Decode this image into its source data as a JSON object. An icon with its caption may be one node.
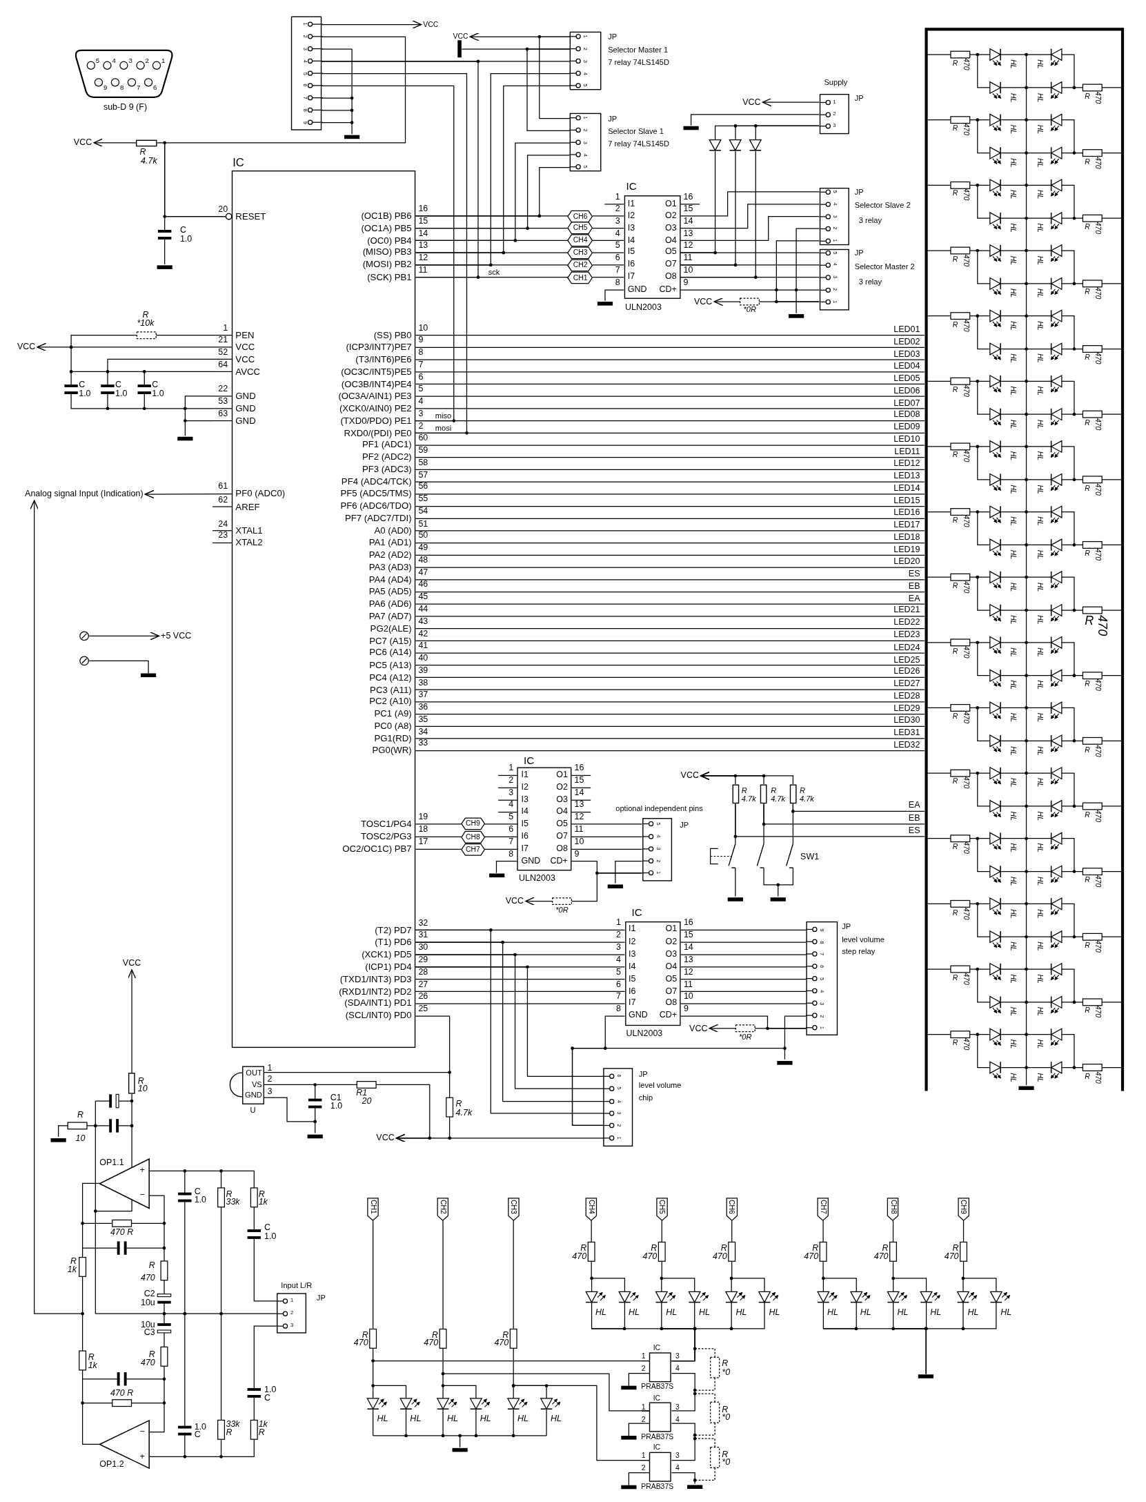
{
  "diagram": {
    "nodes": [
      {
        "text": [
          "5",
          "4",
          "3",
          "2",
          "1",
          "9",
          "8",
          "7",
          "6",
          "sub-D 9 (F)"
        ]
      },
      {
        "text": [
          "1",
          "2",
          "3",
          "4",
          "5",
          "6",
          "7",
          "8",
          "9"
        ]
      },
      {
        "text": [
          "VCC"
        ]
      },
      {
        "text": [
          "VCC"
        ]
      },
      {
        "text": [
          "IC",
          "RESET",
          "PEN",
          "VCC",
          "VCC",
          "AVCC",
          "GND",
          "GND",
          "GND",
          "PF0 (ADC0)",
          "AREF",
          "XTAL1",
          "XTAL2",
          "(OC1B) PB6",
          "(OC1A) PB5",
          "(OC0) PB4",
          "(MISO) PB3",
          "(MOSI) PB2",
          "(SCK) PB1",
          "(SS) PB0",
          "(ICP3/INT7)PE7",
          "(T3/INT6)PE6",
          "(OC3C/INT5)PE5",
          "(OC3B/INT4)PE4",
          "(OC3A/AIN1) PE3",
          "(XCK0/AIN0) PE2",
          "(TXD0/PDO) PE1",
          "RXD0/(PDI) PE0",
          "PF1 (ADC1)",
          "PF2 (ADC2)",
          "PF3 (ADC3)",
          "PF4 (ADC4/TCK)",
          "PF5 (ADC5/TMS)",
          "PF6 (ADC6/TDO)",
          "PF7 (ADC7/TDI)",
          "A0 (AD0)",
          "PA1 (AD1)",
          "PA2 (AD2)",
          "PA3 (AD3)",
          "PA4 (AD4)",
          "PA5 (AD5)",
          "PA6 (AD6)",
          "PA7 (AD7)",
          "PG2(ALE)",
          "PC7 (A15)",
          "PC6 (A14)",
          "PC5 (A13)",
          "PC4 (A12)",
          "PC3 (A11)",
          "PC2 (A10)",
          "PC1 (A9)",
          "PC0 (A8)",
          "PG1(RD)",
          "PG0(WR)",
          "TOSC1/PG4",
          "TOSC2/PG3",
          "OC2/OC1C) PB7",
          "(T2) PD7",
          "(T1) PD6",
          "(XCK1) PD5",
          "(ICP1) PD4",
          "(TXD1/INT3) PD3",
          "(RXD1/INT2) PD2",
          "(SDA/INT1) PD1",
          "(SCL/INT0) PD0"
        ],
        "beside": [
          "20",
          "1",
          "21",
          "52",
          "64",
          "22",
          "53",
          "63",
          "61",
          "62",
          "24",
          "23",
          "16",
          "15",
          "14",
          "13",
          "12",
          "11",
          "10",
          "9",
          "8",
          "7",
          "6",
          "5",
          "4",
          "3",
          "2",
          "60",
          "59",
          "58",
          "57",
          "56",
          "55",
          "54",
          "51",
          "50",
          "49",
          "48",
          "47",
          "46",
          "45",
          "44",
          "43",
          "42",
          "41",
          "40",
          "39",
          "38",
          "37",
          "36",
          "35",
          "34",
          "33",
          "19",
          "18",
          "17",
          "32",
          "31",
          "30",
          "29",
          "28",
          "27",
          "26",
          "25"
        ]
      },
      {
        "text": [
          "VCC"
        ]
      },
      {
        "text": [
          "Analog signal Input (Indication)"
        ]
      },
      {
        "text": [],
        "shape": "circle"
      },
      {
        "text": [
          "+5 VCC"
        ]
      },
      {
        "text": [],
        "shape": "circle"
      },
      {
        "text": [
          "VCC"
        ]
      },
      {
        "text": [
          "JP",
          "Selector Master 1",
          "7 relay 74LS145D",
          "1",
          "2",
          "3",
          "4",
          "5"
        ]
      },
      {
        "text": [
          "JP",
          "Selector Slave 1",
          "7 relay 74LS145D",
          "1",
          "2",
          "3",
          "4",
          "5"
        ]
      },
      {
        "text": [
          "CH6"
        ]
      },
      {
        "text": [
          "CH5"
        ]
      },
      {
        "text": [
          "CH4"
        ]
      },
      {
        "text": [
          "CH3"
        ]
      },
      {
        "text": [
          "CH2"
        ]
      },
      {
        "text": [
          "CH1"
        ]
      },
      {
        "text": [
          "IC",
          "I1",
          "I2",
          "I3",
          "I4",
          "I5",
          "I6",
          "I7",
          "GND",
          "O1",
          "O2",
          "O3",
          "O4",
          "O5",
          "O7",
          "O8",
          "CD+",
          "ULN2003"
        ],
        "beside": [
          "1",
          "2",
          "3",
          "4",
          "5",
          "6",
          "7",
          "8",
          "16",
          "15",
          "14",
          "13",
          "12",
          "11",
          "10",
          "9"
        ]
      },
      {
        "text": [
          "VCC"
        ]
      },
      {
        "text": [
          "Supply",
          "JP",
          "1",
          "2",
          "3"
        ]
      },
      {
        "text": [
          "JP",
          "Selector Slave 2",
          "3 relay",
          "5",
          "4",
          "3",
          "2",
          "1"
        ]
      },
      {
        "text": [
          "JP",
          "Selector Master 2",
          "3 relay",
          "5",
          "4",
          "3",
          "2",
          "1"
        ]
      },
      {
        "text": [
          "VCC"
        ]
      },
      {
        "text": [
          "CH9"
        ]
      },
      {
        "text": [
          "CH8"
        ]
      },
      {
        "text": [
          "CH7"
        ]
      },
      {
        "text": [
          "IC",
          "I1",
          "I2",
          "I3",
          "I4",
          "I5",
          "I6",
          "I7",
          "GND",
          "O1",
          "O2",
          "O3",
          "O4",
          "O5",
          "O7",
          "O8",
          "CD+",
          "ULN2003"
        ],
        "beside": [
          "1",
          "2",
          "3",
          "4",
          "5",
          "6",
          "7",
          "8",
          "16",
          "15",
          "14",
          "13",
          "12",
          "11",
          "10",
          "9"
        ]
      },
      {
        "text": [
          "optional independent pins",
          "JP",
          "5",
          "4",
          "3",
          "2",
          "1"
        ]
      },
      {
        "text": [
          "VCC"
        ]
      },
      {
        "text": [
          "VCC"
        ]
      },
      {
        "text": [
          "IC",
          "I1",
          "I2",
          "I3",
          "I4",
          "I5",
          "I6",
          "I7",
          "GND",
          "O1",
          "O2",
          "O3",
          "O4",
          "O5",
          "O7",
          "O8",
          "CD+",
          "ULN2003"
        ],
        "beside": [
          "1",
          "2",
          "3",
          "4",
          "5",
          "6",
          "7",
          "8",
          "16",
          "15",
          "14",
          "13",
          "12",
          "11",
          "10",
          "9"
        ]
      },
      {
        "text": [
          "JP",
          "level volume",
          "step relay",
          "9",
          "8",
          "7",
          "6",
          "5",
          "4",
          "3",
          "2",
          "1"
        ]
      },
      {
        "text": [
          "VCC"
        ]
      },
      {
        "text": [
          "JP",
          "level volume",
          "chip",
          "6",
          "5",
          "4",
          "3",
          "2",
          "1"
        ]
      },
      {
        "text": [
          "VCC"
        ]
      },
      {
        "text": [
          "OUT",
          "VS",
          "GND",
          "U"
        ],
        "beside": [
          "1",
          "2",
          "3"
        ]
      },
      {
        "text": [
          "VCC"
        ]
      },
      {
        "text": [
          "OP1.1",
          "+",
          "−"
        ]
      },
      {
        "text": [
          "−",
          "+",
          "OP1.2"
        ]
      },
      {
        "text": [
          "Input L/R",
          "JP",
          "1",
          "2",
          "3"
        ]
      },
      {
        "text": [
          "CH1"
        ]
      },
      {
        "text": [
          "CH2"
        ]
      },
      {
        "text": [
          "CH3"
        ]
      },
      {
        "text": [
          "CH4"
        ]
      },
      {
        "text": [
          "CH5"
        ]
      },
      {
        "text": [
          "CH6"
        ]
      },
      {
        "text": [
          "CH7"
        ]
      },
      {
        "text": [
          "CH8"
        ]
      },
      {
        "text": [
          "CH9"
        ]
      },
      {
        "text": [
          "IC",
          "1",
          "3",
          "2",
          "4",
          "PRAB37S"
        ]
      },
      {
        "text": [
          "IC",
          "1",
          "3",
          "2",
          "4",
          "PRAB37S"
        ]
      },
      {
        "text": [
          "IC",
          "1",
          "3",
          "2",
          "4",
          "PRAB37S"
        ]
      },
      {
        "text": [
          "R",
          "4.7k"
        ]
      },
      {
        "text": [
          "R",
          "4.7k"
        ]
      },
      {
        "text": [
          "R",
          "4.7k"
        ]
      },
      {
        "text": [
          "R",
          "4.7k"
        ]
      },
      {
        "text": [
          "R",
          "10"
        ]
      },
      {
        "text": [],
        "shape": "bar"
      },
      {
        "text": [],
        "shape": "box"
      },
      {
        "text": [],
        "shape": "bar"
      },
      {
        "text": [],
        "shape": "bar"
      },
      {
        "text": [],
        "shape": "diode"
      },
      {
        "text": [],
        "shape": "diode"
      },
      {
        "text": [],
        "shape": "diode"
      },
      {
        "text": [],
        "shape": "picture"
      },
      {
        "text": [],
        "shape": "picture"
      },
      {
        "text": [],
        "shape": "picture"
      },
      {
        "text": [],
        "shape": "picture"
      },
      {
        "text": [],
        "shape": "picture"
      },
      {
        "text": [],
        "shape": "picture"
      },
      {
        "text": [
          "SW1"
        ]
      }
    ],
    "edges": [
      {
        "from": 1,
        "to": 2,
        "arrow": "to"
      },
      {
        "from": 54,
        "to": 3,
        "arrow": "to"
      },
      {
        "from": 4,
        "to": 5,
        "arrow": "to"
      },
      {
        "from": 4,
        "to": 6,
        "arrow": "to"
      },
      {
        "from": null,
        "to": 6,
        "arrow": "to"
      },
      {
        "from": 7,
        "to": 8,
        "arrow": "to"
      },
      {
        "from": 9,
        "to": null,
        "arrow": "none"
      },
      {
        "from": 1,
        "to": 11,
        "arrow": "none"
      },
      {
        "from": 1,
        "to": 4,
        "arrow": "none"
      },
      {
        "from": 1,
        "to": 4,
        "arrow": "none"
      },
      {
        "from": 1,
        "to": 4,
        "arrow": "none"
      },
      {
        "from": 1,
        "to": 4,
        "arrow": "other"
      },
      {
        "from": 11,
        "to": 10,
        "arrow": "to"
      },
      {
        "from": 11,
        "to": 12,
        "arrow": "none"
      },
      {
        "from": 11,
        "to": 12,
        "arrow": "none"
      },
      {
        "from": 4,
        "to": 13,
        "arrow": "none"
      },
      {
        "from": 4,
        "to": 14,
        "arrow": "none"
      },
      {
        "from": 4,
        "to": 15,
        "arrow": "none"
      },
      {
        "from": 4,
        "to": 16,
        "arrow": "none"
      },
      {
        "from": 4,
        "to": 17,
        "arrow": "none"
      },
      {
        "from": 4,
        "to": 18,
        "arrow": "none"
      },
      {
        "from": 13,
        "to": 19,
        "arrow": "none"
      },
      {
        "from": 14,
        "to": 19,
        "arrow": "none"
      },
      {
        "from": 15,
        "to": 19,
        "arrow": "none"
      },
      {
        "from": 16,
        "to": 19,
        "arrow": "none"
      },
      {
        "from": 17,
        "to": 19,
        "arrow": "none"
      },
      {
        "from": 18,
        "to": 19,
        "arrow": "none"
      },
      {
        "from": 11,
        "to": 4,
        "arrow": "none"
      },
      {
        "from": 11,
        "to": 4,
        "arrow": "none"
      },
      {
        "from": 12,
        "to": 4,
        "arrow": "none"
      },
      {
        "from": 12,
        "to": 4,
        "arrow": "none"
      },
      {
        "from": 12,
        "to": 4,
        "arrow": "none"
      },
      {
        "from": 21,
        "to": 20,
        "arrow": "to"
      },
      {
        "from": 19,
        "to": 22,
        "arrow": "none"
      },
      {
        "from": 19,
        "to": 22,
        "arrow": "none"
      },
      {
        "from": 19,
        "to": 22,
        "arrow": "none"
      },
      {
        "from": 19,
        "to": 23,
        "arrow": "none"
      },
      {
        "from": 19,
        "to": 23,
        "arrow": "none"
      },
      {
        "from": 19,
        "to": 23,
        "arrow": "none"
      },
      {
        "from": 19,
        "to": 23,
        "arrow": "none"
      },
      {
        "from": 23,
        "to": 24,
        "arrow": "to"
      },
      {
        "from": 22,
        "to": 23,
        "arrow": "none"
      },
      {
        "from": 22,
        "to": null,
        "arrow": "none"
      },
      {
        "from": 4,
        "to": 25,
        "arrow": "none"
      },
      {
        "from": 4,
        "to": 26,
        "arrow": "none"
      },
      {
        "from": 4,
        "to": 27,
        "arrow": "none"
      },
      {
        "from": 25,
        "to": 28,
        "arrow": "none"
      },
      {
        "from": 26,
        "to": 28,
        "arrow": "none"
      },
      {
        "from": 27,
        "to": 28,
        "arrow": "none"
      },
      {
        "from": 28,
        "to": 29,
        "arrow": "none"
      },
      {
        "from": 28,
        "to": 29,
        "arrow": "none"
      },
      {
        "from": 28,
        "to": 29,
        "arrow": "none"
      },
      {
        "from": 28,
        "to": 29,
        "arrow": "none"
      },
      {
        "from": 29,
        "to": 30,
        "arrow": "to"
      },
      {
        "from": 57,
        "to": 31,
        "arrow": "to"
      },
      {
        "from": 4,
        "to": 32,
        "arrow": "none"
      },
      {
        "from": 4,
        "to": 32,
        "arrow": "none"
      },
      {
        "from": 4,
        "to": 32,
        "arrow": "none"
      },
      {
        "from": 4,
        "to": 32,
        "arrow": "none"
      },
      {
        "from": 4,
        "to": 32,
        "arrow": "none"
      },
      {
        "from": 4,
        "to": 32,
        "arrow": "none"
      },
      {
        "from": 4,
        "to": 32,
        "arrow": "none"
      },
      {
        "from": 32,
        "to": 33,
        "arrow": "none"
      },
      {
        "from": 32,
        "to": 33,
        "arrow": "none"
      },
      {
        "from": 32,
        "to": 33,
        "arrow": "none"
      },
      {
        "from": 32,
        "to": 33,
        "arrow": "none"
      },
      {
        "from": 32,
        "to": 33,
        "arrow": "none"
      },
      {
        "from": 32,
        "to": 33,
        "arrow": "none"
      },
      {
        "from": 32,
        "to": 33,
        "arrow": "none"
      },
      {
        "from": 32,
        "to": 33,
        "arrow": "none"
      },
      {
        "from": 33,
        "to": 34,
        "arrow": "to"
      },
      {
        "from": 4,
        "to": 35,
        "arrow": "none"
      },
      {
        "from": 4,
        "to": 35,
        "arrow": "none"
      },
      {
        "from": 4,
        "to": 35,
        "arrow": "none"
      },
      {
        "from": 4,
        "to": 35,
        "arrow": "none"
      },
      {
        "from": 32,
        "to": 35,
        "arrow": "none"
      },
      {
        "from": 33,
        "to": 35,
        "arrow": "none"
      },
      {
        "from": 35,
        "to": 36,
        "arrow": "to"
      },
      {
        "from": 4,
        "to": 37,
        "arrow": "none"
      },
      {
        "from": 37,
        "to": 36,
        "arrow": "to"
      },
      {
        "from": 58,
        "to": 38,
        "arrow": "to"
      },
      {
        "from": 39,
        "to": 41,
        "arrow": "none"
      },
      {
        "from": 40,
        "to": 41,
        "arrow": "none"
      },
      {
        "from": 42,
        "to": 51,
        "arrow": "none"
      },
      {
        "from": 43,
        "to": 52,
        "arrow": "none"
      },
      {
        "from": 44,
        "to": 53,
        "arrow": "none"
      },
      {
        "from": 55,
        "to": 31,
        "arrow": "to"
      },
      {
        "from": 56,
        "to": 31,
        "arrow": "to"
      },
      {
        "from": 54,
        "to": 4,
        "arrow": "other"
      },
      {
        "from": 21,
        "to": 63,
        "arrow": "none"
      },
      {
        "from": 21,
        "to": 64,
        "arrow": "none"
      },
      {
        "from": 21,
        "to": 65,
        "arrow": "none"
      },
      {
        "from": 11,
        "to": 59,
        "arrow": "none"
      },
      {
        "from": 51,
        "to": 52,
        "arrow": "none"
      },
      {
        "from": 52,
        "to": 53,
        "arrow": "none"
      },
      {
        "from": 58,
        "to": 39,
        "arrow": "none"
      },
      {
        "from": 45,
        "to": 66,
        "arrow": "none"
      },
      {
        "from": 46,
        "to": 67,
        "arrow": "none"
      },
      {
        "from": 47,
        "to": 68,
        "arrow": "none"
      },
      {
        "from": 48,
        "to": 69,
        "arrow": "none"
      },
      {
        "from": 49,
        "to": 70,
        "arrow": "none"
      },
      {
        "from": 50,
        "to": 71,
        "arrow": "none"
      },
      {
        "from": 28,
        "to": 62,
        "arrow": "none"
      },
      {
        "from": 4,
        "to": 60,
        "arrow": "none",
        "label": "LED01"
      },
      {
        "from": 4,
        "to": 60,
        "arrow": "none",
        "label": "LED02"
      },
      {
        "from": 4,
        "to": 60,
        "arrow": "none",
        "label": "LED03"
      },
      {
        "from": 4,
        "to": 60,
        "arrow": "none",
        "label": "LED04"
      },
      {
        "from": 4,
        "to": 60,
        "arrow": "none",
        "label": "LED05"
      },
      {
        "from": 4,
        "to": 60,
        "arrow": "none",
        "label": "LED06"
      },
      {
        "from": 4,
        "to": 60,
        "arrow": "none",
        "label": "LED07"
      },
      {
        "from": 4,
        "to": 60,
        "arrow": "none",
        "label": "LED08"
      },
      {
        "from": 4,
        "to": 60,
        "arrow": "none",
        "label": "LED09"
      },
      {
        "from": 4,
        "to": 60,
        "arrow": "none",
        "label": "LED10"
      },
      {
        "from": 4,
        "to": 60,
        "arrow": "none",
        "label": "LED11"
      },
      {
        "from": 4,
        "to": 60,
        "arrow": "none",
        "label": "LED12"
      },
      {
        "from": 4,
        "to": 60,
        "arrow": "none",
        "label": "LED13"
      },
      {
        "from": 4,
        "to": 60,
        "arrow": "none",
        "label": "LED14"
      },
      {
        "from": 4,
        "to": 60,
        "arrow": "none",
        "label": "LED15"
      },
      {
        "from": 4,
        "to": 60,
        "arrow": "none",
        "label": "LED16"
      },
      {
        "from": 4,
        "to": 60,
        "arrow": "none",
        "label": "LED17"
      },
      {
        "from": 4,
        "to": 60,
        "arrow": "none",
        "label": "LED18"
      },
      {
        "from": 4,
        "to": 60,
        "arrow": "none",
        "label": "LED19"
      },
      {
        "from": 4,
        "to": 60,
        "arrow": "none",
        "label": "LED20"
      },
      {
        "from": 4,
        "to": 60,
        "arrow": "none",
        "label": "ES"
      },
      {
        "from": 4,
        "to": 60,
        "arrow": "none",
        "label": "EB"
      },
      {
        "from": 4,
        "to": 60,
        "arrow": "none",
        "label": "EA"
      },
      {
        "from": 4,
        "to": 60,
        "arrow": "none",
        "label": "LED21"
      },
      {
        "from": 4,
        "to": 60,
        "arrow": "none",
        "label": "LED22"
      },
      {
        "from": 4,
        "to": 60,
        "arrow": "none",
        "label": "LED23"
      },
      {
        "from": 4,
        "to": 60,
        "arrow": "none",
        "label": "LED24"
      },
      {
        "from": 4,
        "to": 60,
        "arrow": "none",
        "label": "LED25"
      },
      {
        "from": 4,
        "to": 60,
        "arrow": "none",
        "label": "LED26"
      },
      {
        "from": 4,
        "to": 60,
        "arrow": "none",
        "label": "LED27"
      },
      {
        "from": 4,
        "to": 60,
        "arrow": "none",
        "label": "LED28"
      },
      {
        "from": 4,
        "to": 60,
        "arrow": "none",
        "label": "LED29"
      },
      {
        "from": 4,
        "to": 60,
        "arrow": "none",
        "label": "LED30"
      },
      {
        "from": 4,
        "to": 60,
        "arrow": "none",
        "label": "LED31"
      },
      {
        "from": 4,
        "to": 60,
        "arrow": "none",
        "label": "LED32"
      },
      {
        "from": 57,
        "to": 60,
        "arrow": "none",
        "label": "EA"
      },
      {
        "from": 56,
        "to": 60,
        "arrow": "none",
        "label": "EB"
      },
      {
        "from": 55,
        "to": 60,
        "arrow": "none",
        "label": "ES"
      },
      {
        "from": 63,
        "to": 19,
        "arrow": "none"
      },
      {
        "from": 64,
        "to": 19,
        "arrow": "none"
      },
      {
        "from": 65,
        "to": 19,
        "arrow": "none"
      },
      {
        "from": 66,
        "to": 51,
        "arrow": "none"
      },
      {
        "from": 67,
        "to": 51,
        "arrow": "none"
      },
      {
        "from": 68,
        "to": 51,
        "arrow": "none"
      },
      {
        "from": 69,
        "to": 61,
        "arrow": "none"
      },
      {
        "from": 70,
        "to": 61,
        "arrow": "none"
      },
      {
        "from": 71,
        "to": 61,
        "arrow": "none"
      },
      {
        "from": 55,
        "to": 72,
        "arrow": "none"
      },
      {
        "from": 56,
        "to": 72,
        "arrow": "none"
      },
      {
        "from": 57,
        "to": 72,
        "arrow": "none"
      }
    ],
    "labels": [
      "C",
      "1.0",
      "R",
      "*10k",
      "C",
      "1.0",
      "C",
      "1.0",
      "C",
      "1.0",
      "miso",
      "mosi",
      "sck",
      "*0R",
      "*0R",
      "*0R",
      "R",
      "4.7k",
      "C1",
      "1.0",
      "R1",
      "20",
      "R",
      "10",
      "470 R",
      "R",
      "1k",
      "R",
      "470",
      "C2",
      "10u",
      "10u",
      "C3",
      "R",
      "470",
      "R",
      "1k",
      "470 R",
      "C",
      "1.0",
      "R",
      "33k",
      "R",
      "1k",
      "C",
      "1.0",
      "1.0",
      "C",
      "1.0",
      "C",
      "33k",
      "R",
      "1k",
      "R",
      "R",
      "470",
      "R",
      "470",
      "R",
      "470",
      "HL",
      "HL",
      "HL",
      "HL",
      "HL",
      "HL",
      "R",
      "470",
      "R",
      "470",
      "R",
      "470",
      "HL",
      "HL",
      "HL",
      "HL",
      "HL",
      "HL",
      "R",
      "470",
      "R",
      "470",
      "R",
      "470",
      "HL",
      "HL",
      "HL",
      "HL",
      "HL",
      "HL",
      "R",
      "*0",
      "R",
      "*0",
      "R",
      "*0",
      "R",
      "470",
      "HL",
      "HL",
      "HL",
      "HL",
      "R",
      "470",
      "R",
      "470",
      "HL",
      "HL",
      "HL",
      "HL",
      "R",
      "470",
      "R",
      "470",
      "HL",
      "HL",
      "HL",
      "HL",
      "R",
      "470",
      "R",
      "470",
      "HL",
      "HL",
      "HL",
      "HL",
      "R",
      "470",
      "R",
      "470",
      "HL",
      "HL",
      "HL",
      "HL",
      "R",
      "470",
      "R",
      "470",
      "HL",
      "HL",
      "HL",
      "HL",
      "R",
      "470",
      "R",
      "470",
      "HL",
      "HL",
      "HL",
      "HL",
      "R",
      "470",
      "R",
      "470",
      "HL",
      "HL",
      "HL",
      "HL",
      "R",
      "470",
      "R",
      "470",
      "HL",
      "HL",
      "HL",
      "HL",
      "R",
      "470",
      "R",
      "470",
      "HL",
      "HL",
      "HL",
      "HL",
      "R",
      "470",
      "R",
      "470",
      "HL",
      "HL",
      "HL",
      "HL",
      "R",
      "470",
      "R",
      "470",
      "HL",
      "HL",
      "HL",
      "HL",
      "R",
      "470",
      "R",
      "470",
      "HL",
      "HL",
      "HL",
      "HL",
      "R",
      "470",
      "R",
      "470",
      "HL",
      "HL",
      "HL",
      "HL",
      "R",
      "470",
      "R",
      "470",
      "HL",
      "HL",
      "HL",
      "HL",
      "R",
      "470",
      "R",
      "470",
      "HL",
      "HL",
      "HL",
      "HL",
      "R",
      "470"
    ]
  }
}
